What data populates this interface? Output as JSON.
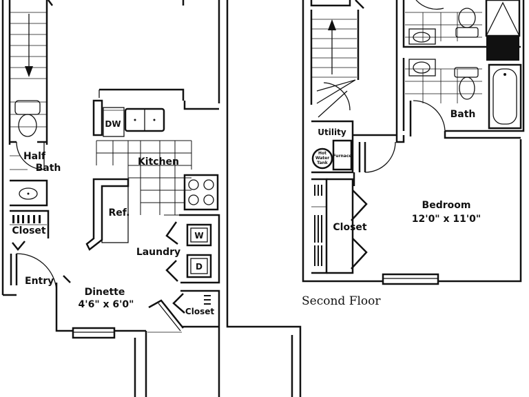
{
  "first_floor": {
    "rooms": {
      "half_bath": [
        "Half",
        "Bath"
      ],
      "kitchen": "Kitchen",
      "dishwasher": "DW",
      "refrigerator": "Ref.",
      "laundry": "Laundry",
      "washer": "W",
      "dryer": "D",
      "closet_upper": "Closet",
      "closet_lower": "Closet",
      "entry": "Entry",
      "dinette": "Dinette",
      "dinette_dims": "4'6\" x 6'0\""
    }
  },
  "second_floor": {
    "title": "Second Floor",
    "rooms": {
      "utility": "Utility",
      "hot_water_tank": [
        "Hot",
        "Water",
        "Tank"
      ],
      "furnace": "Furnace",
      "bath": "Bath",
      "closet": "Closet",
      "bedroom": "Bedroom",
      "bedroom_dims": "12'0\" x 11'0\""
    }
  }
}
